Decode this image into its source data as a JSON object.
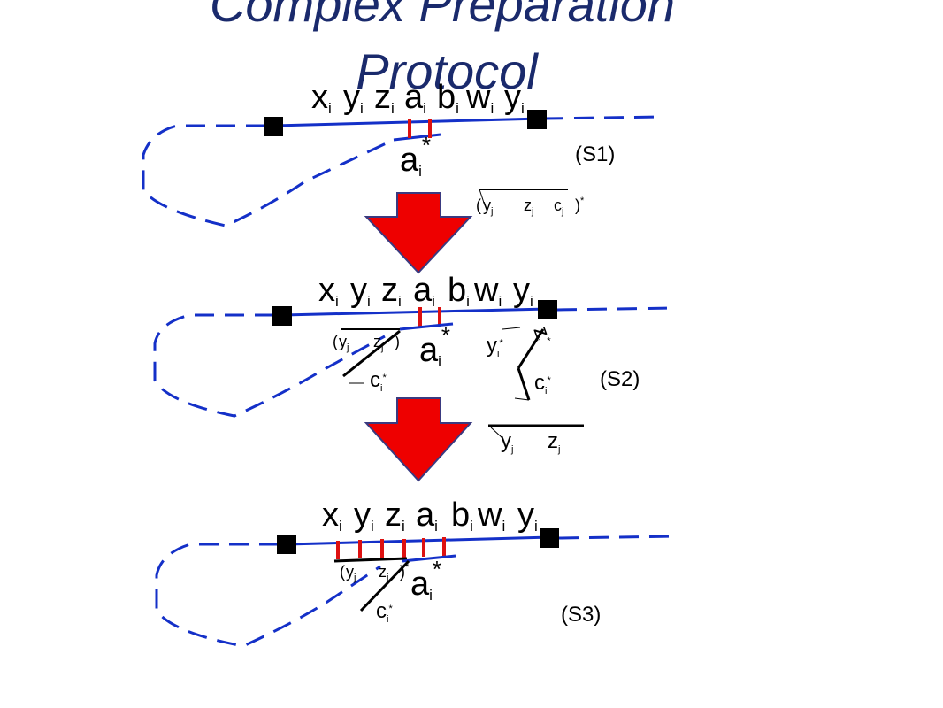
{
  "title_line1": "Complex Preparation",
  "title_line2": "Protocol",
  "seq": {
    "x": "x",
    "y": "y",
    "z": "z",
    "a": "a",
    "b": "b",
    "w": "w",
    "i": "i"
  },
  "stage_labels": [
    "(S1)",
    "(S2)",
    "(S3)"
  ],
  "a_star": "a",
  "i_sub": "i",
  "star": "*",
  "c_letter": "c",
  "y_letter": "y",
  "z_letter": "z",
  "j_sub": "j",
  "open_paren": "(",
  "close_paren": ")",
  "colors": {
    "dna": "#1430c8",
    "arrow": "#ee0000",
    "bar": "#dd1111",
    "title": "#1a2a6c",
    "marker": "#000000"
  }
}
